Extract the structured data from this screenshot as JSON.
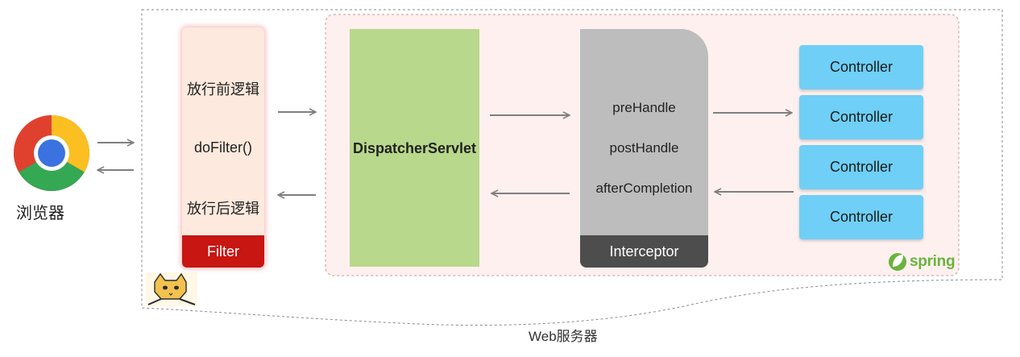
{
  "browser": {
    "label": "浏览器",
    "icon": "chrome-icon"
  },
  "filter": {
    "lines": [
      "放行前逻辑",
      "doFilter()",
      "放行后逻辑"
    ],
    "tag": "Filter",
    "tag_color": "#c81612",
    "fill": "#fde9dd"
  },
  "dispatcher": {
    "label": "DispatcherServlet",
    "fill": "#b8d88b"
  },
  "interceptor": {
    "methods": [
      "preHandle",
      "postHandle",
      "afterCompletion"
    ],
    "tag": "Interceptor",
    "tag_color": "#4d4d4d",
    "fill": "#bdbdbd"
  },
  "controllers": [
    "Controller",
    "Controller",
    "Controller",
    "Controller"
  ],
  "controller_fill": "#6fcff6",
  "spring": {
    "label": "spring",
    "icon": "spring-leaf-icon",
    "color": "#6bb33e"
  },
  "tomcat": {
    "icon": "tomcat-cat-icon"
  },
  "server": {
    "label": "Web服务器"
  },
  "arrow_color": "#7f7f7f"
}
